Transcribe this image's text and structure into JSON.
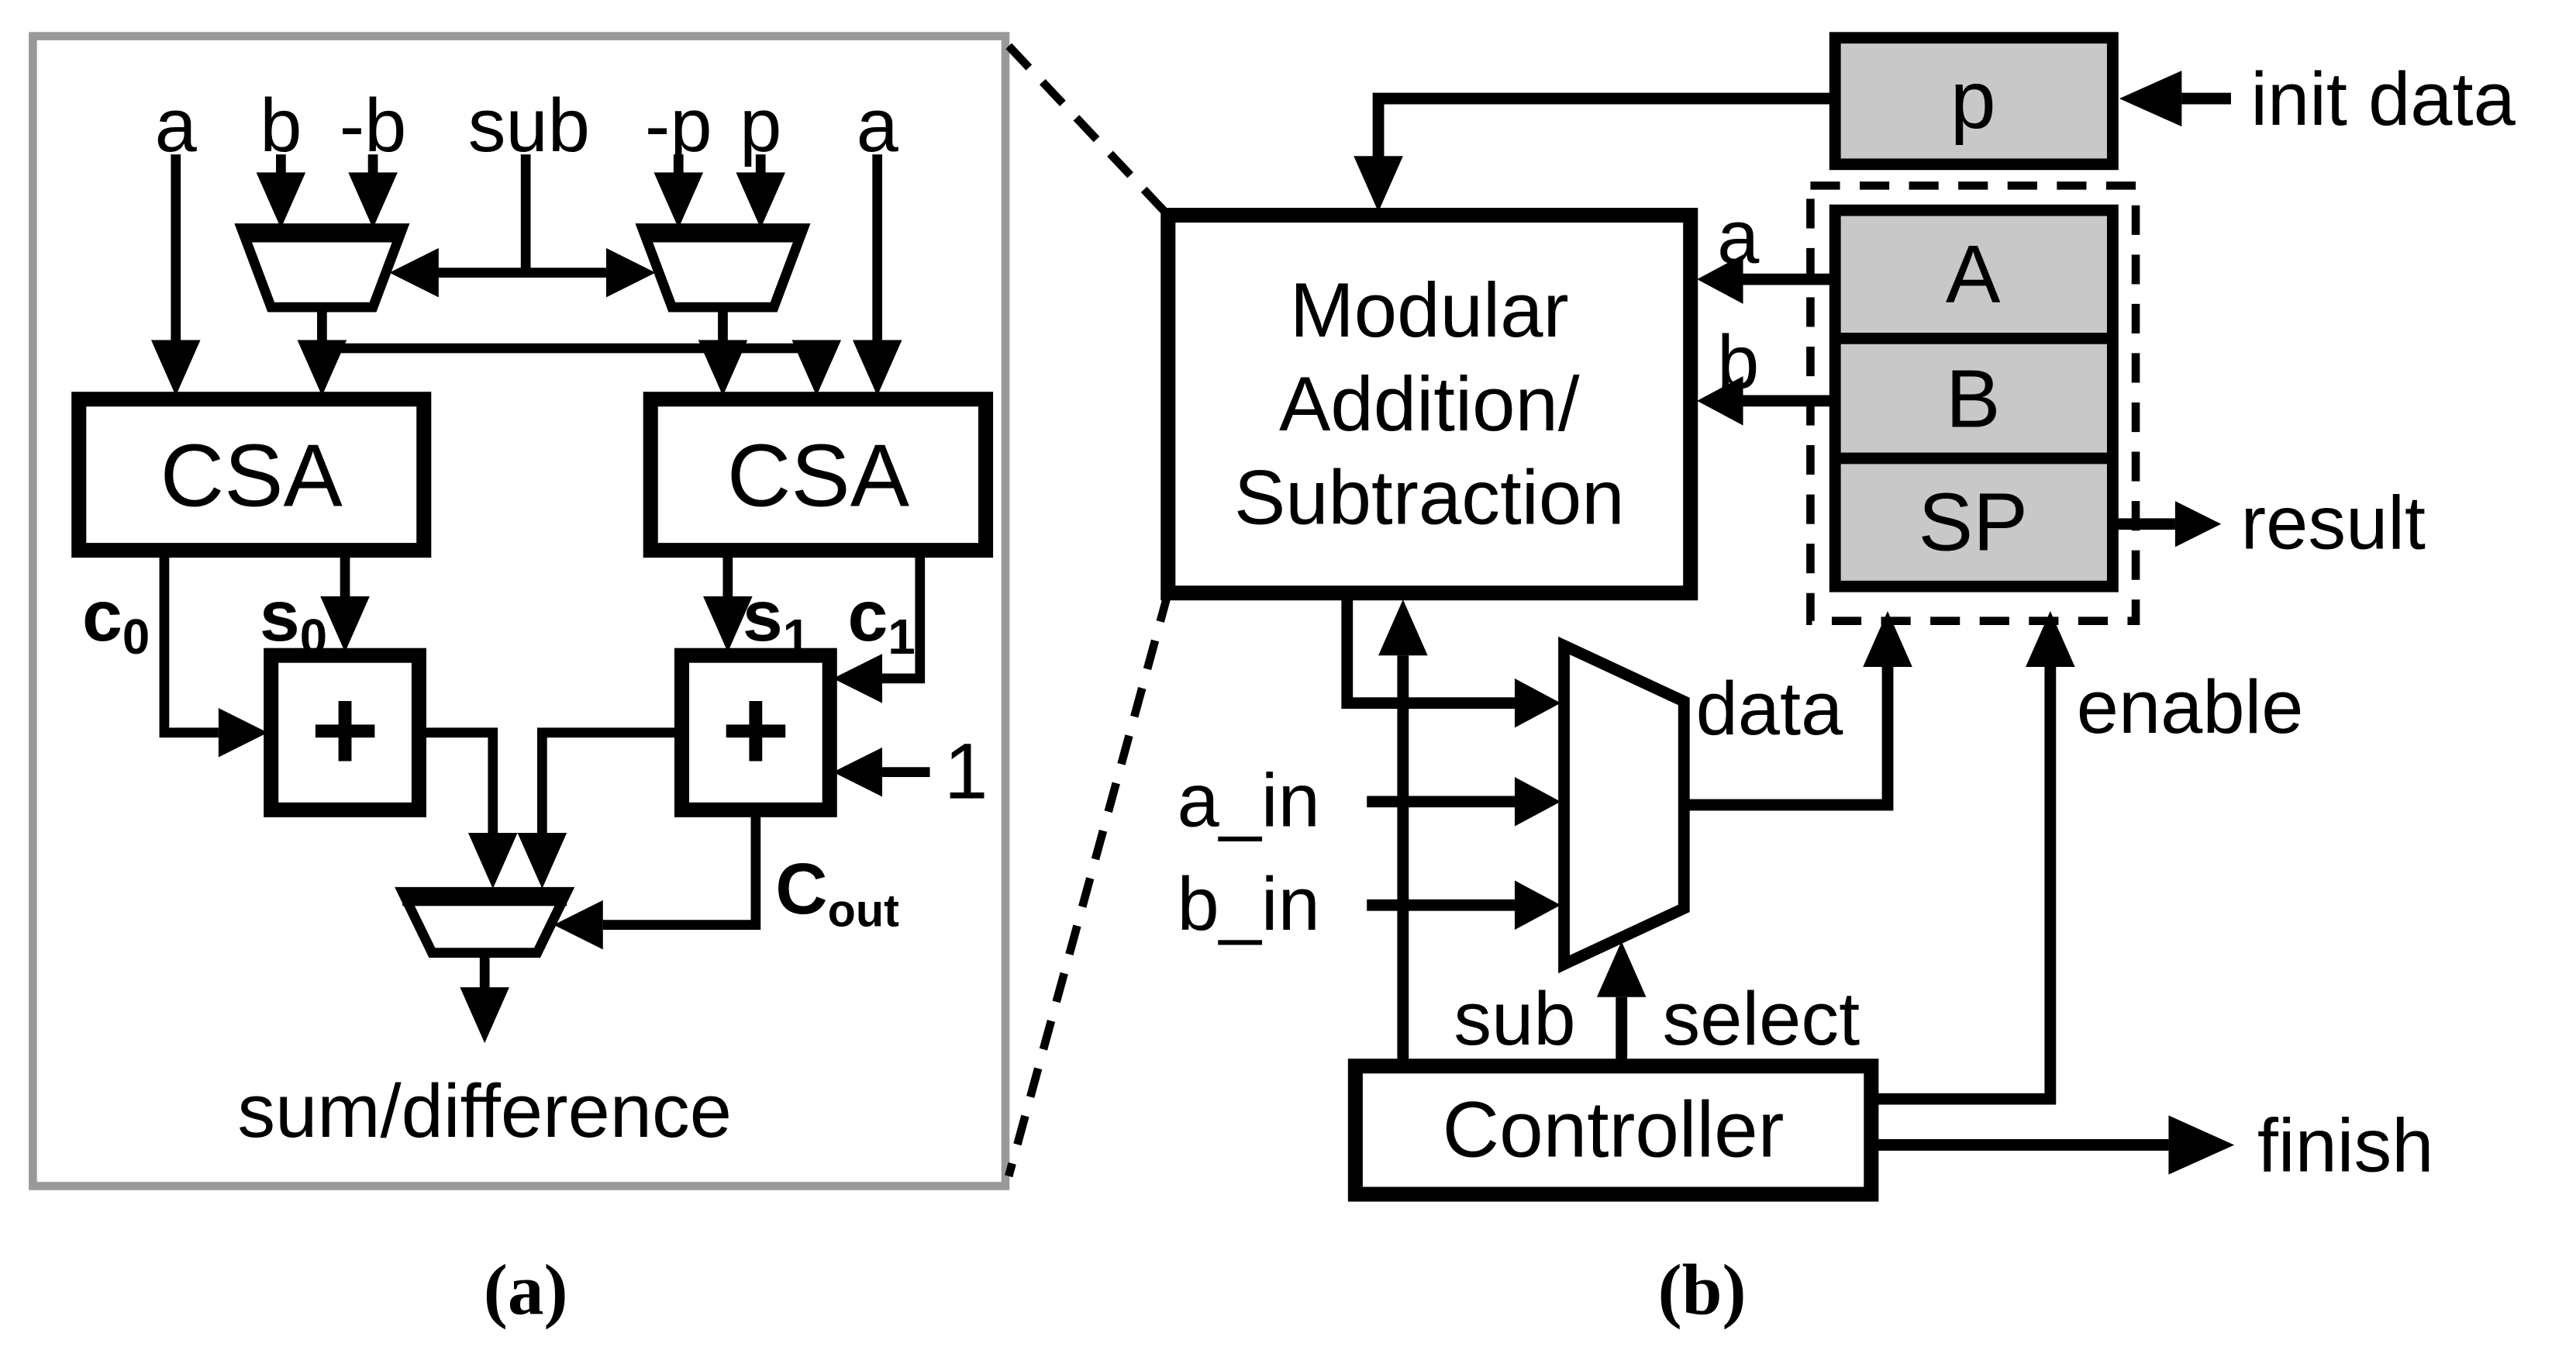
{
  "panel_a": {
    "caption": "(a)",
    "inputs": {
      "a_left": "a",
      "b": "b",
      "neg_b": "-b",
      "sub": "sub",
      "neg_p": "-p",
      "p": "p",
      "a_right": "a"
    },
    "blocks": {
      "csa_left": "CSA",
      "csa_right": "CSA",
      "adder_symbol": "+"
    },
    "signals": {
      "c0": {
        "base": "c",
        "sub": "0"
      },
      "s0": {
        "base": "s",
        "sub": "0"
      },
      "s1": {
        "base": "s",
        "sub": "1"
      },
      "c1": {
        "base": "c",
        "sub": "1"
      },
      "cout": {
        "base": "C",
        "sub": "out"
      },
      "carry_one": "1"
    },
    "output_label": "sum/difference"
  },
  "panel_b": {
    "caption": "(b)",
    "modular_block": {
      "line1": "Modular",
      "line2": "Addition/",
      "line3": "Subtraction"
    },
    "registers": {
      "p": "p",
      "a": "A",
      "b": "B",
      "sp": "SP"
    },
    "controller_label": "Controller",
    "ports": {
      "init_data": "init data",
      "a": "a",
      "b": "b",
      "result": "result",
      "data": "data",
      "enable": "enable",
      "a_in": "a_in",
      "b_in": "b_in",
      "sub": "sub",
      "select": "select",
      "finish": "finish"
    }
  },
  "colors": {
    "background": "#ffffff",
    "wire": "#000000",
    "register_fill": "#c8c8c8",
    "panel_border": "#999999"
  }
}
